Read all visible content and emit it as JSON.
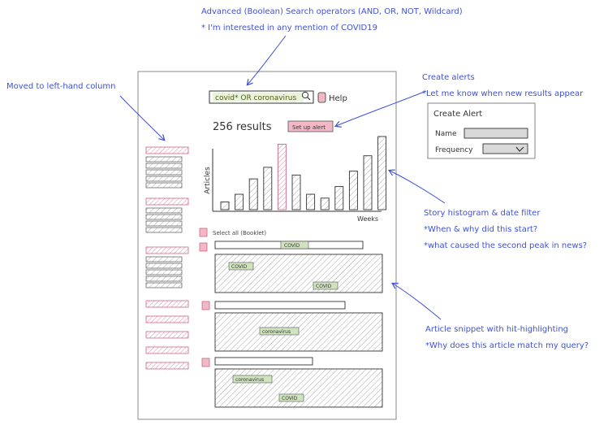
{
  "annotations": {
    "search": {
      "title": "Advanced (Boolean) Search operators (AND, OR, NOT, Wildcard)",
      "note": "* I'm interested in any mention of COVID19"
    },
    "left_column": {
      "title": "Moved to left-hand column"
    },
    "alerts": {
      "title": "Create alerts",
      "note": "*Let me know when new results appear"
    },
    "histogram": {
      "title": "Story histogram & date filter",
      "notes": [
        "*When & why did this start?",
        "*what caused the second peak in news?"
      ]
    },
    "snippet": {
      "title": "Article snippet with hit-highlighting",
      "note": "*Why does this article match my query?"
    }
  },
  "search": {
    "query": "covid* OR coronavirus",
    "help_label": "Help",
    "icon": "search-icon"
  },
  "results": {
    "count_label": "256 results",
    "alert_button": "Set up alert"
  },
  "alert_panel": {
    "title": "Create Alert",
    "name_label": "Name",
    "frequency_label": "Frequency"
  },
  "select_all_label": "Select all (Booklet)",
  "highlights": {
    "covid": "COVID",
    "coronavirus": "coronavirus"
  },
  "colors": {
    "annotation": "#3f51d6",
    "highlight_pink": "#f2b8c6",
    "hit_green": "#cfe3bf",
    "ink": "#333333"
  },
  "chart_data": {
    "type": "bar",
    "xlabel": "Weeks",
    "ylabel": "Articles",
    "values": [
      2,
      4,
      8,
      11,
      17,
      9,
      4,
      3,
      6,
      10,
      14,
      19
    ],
    "highlight_index": 4,
    "grid": false
  }
}
